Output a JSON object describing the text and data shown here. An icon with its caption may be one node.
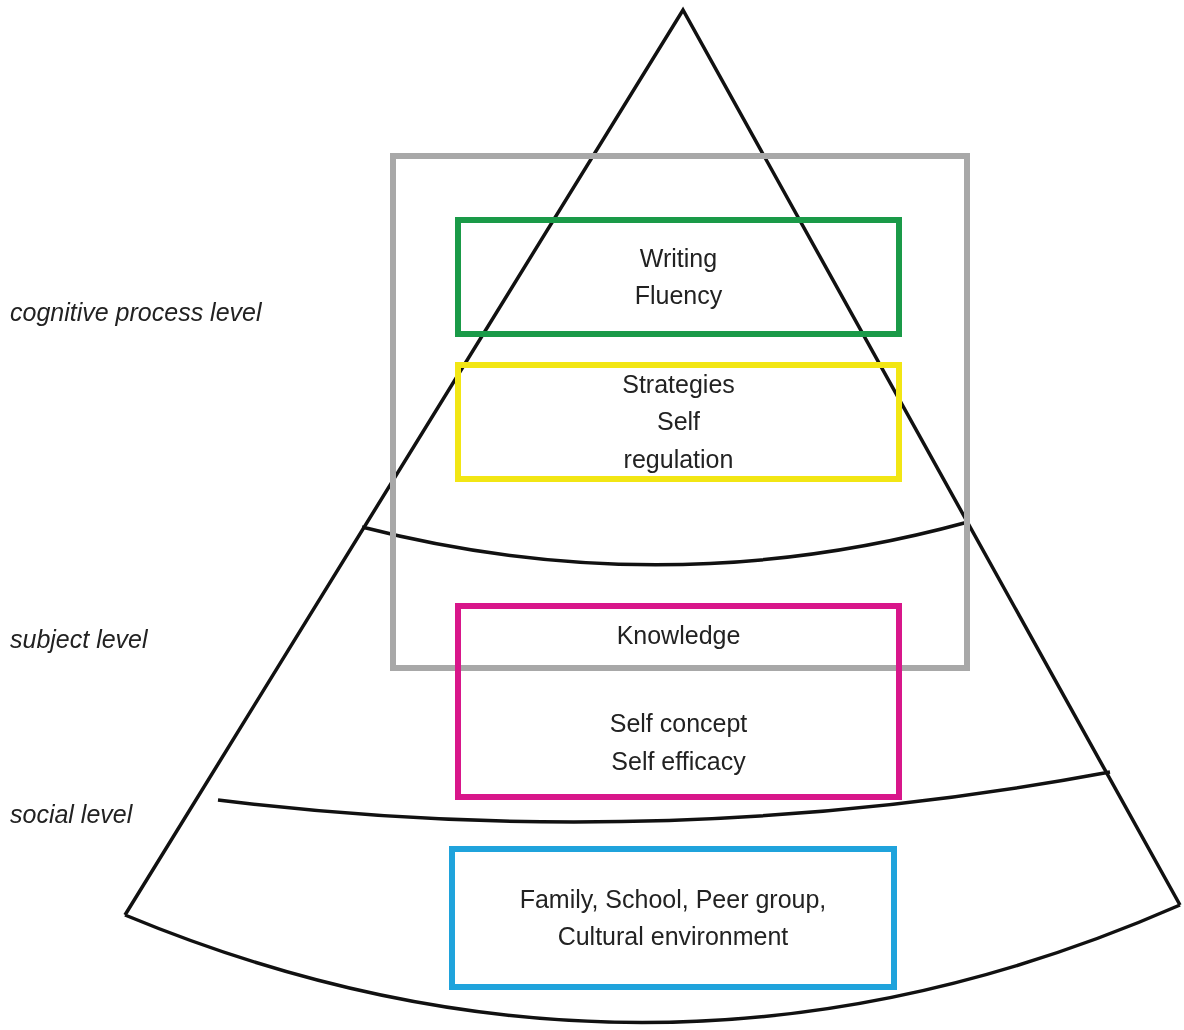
{
  "diagram": {
    "nodes": [
      {
        "text": [],
        "shape": "box"
      },
      {
        "text": [
          "Writing Fluency"
        ],
        "in": 0
      },
      {
        "text": [
          "Strategies Self regulation"
        ],
        "in": 0
      },
      {
        "text": [
          "Knowledge",
          "Self concept Self efficacy"
        ]
      },
      {
        "text": [
          "Family, School, Peer group, Cultural environment"
        ]
      }
    ],
    "edges": [],
    "labels": [
      "cognitive process level",
      "subject level",
      "social level"
    ]
  }
}
